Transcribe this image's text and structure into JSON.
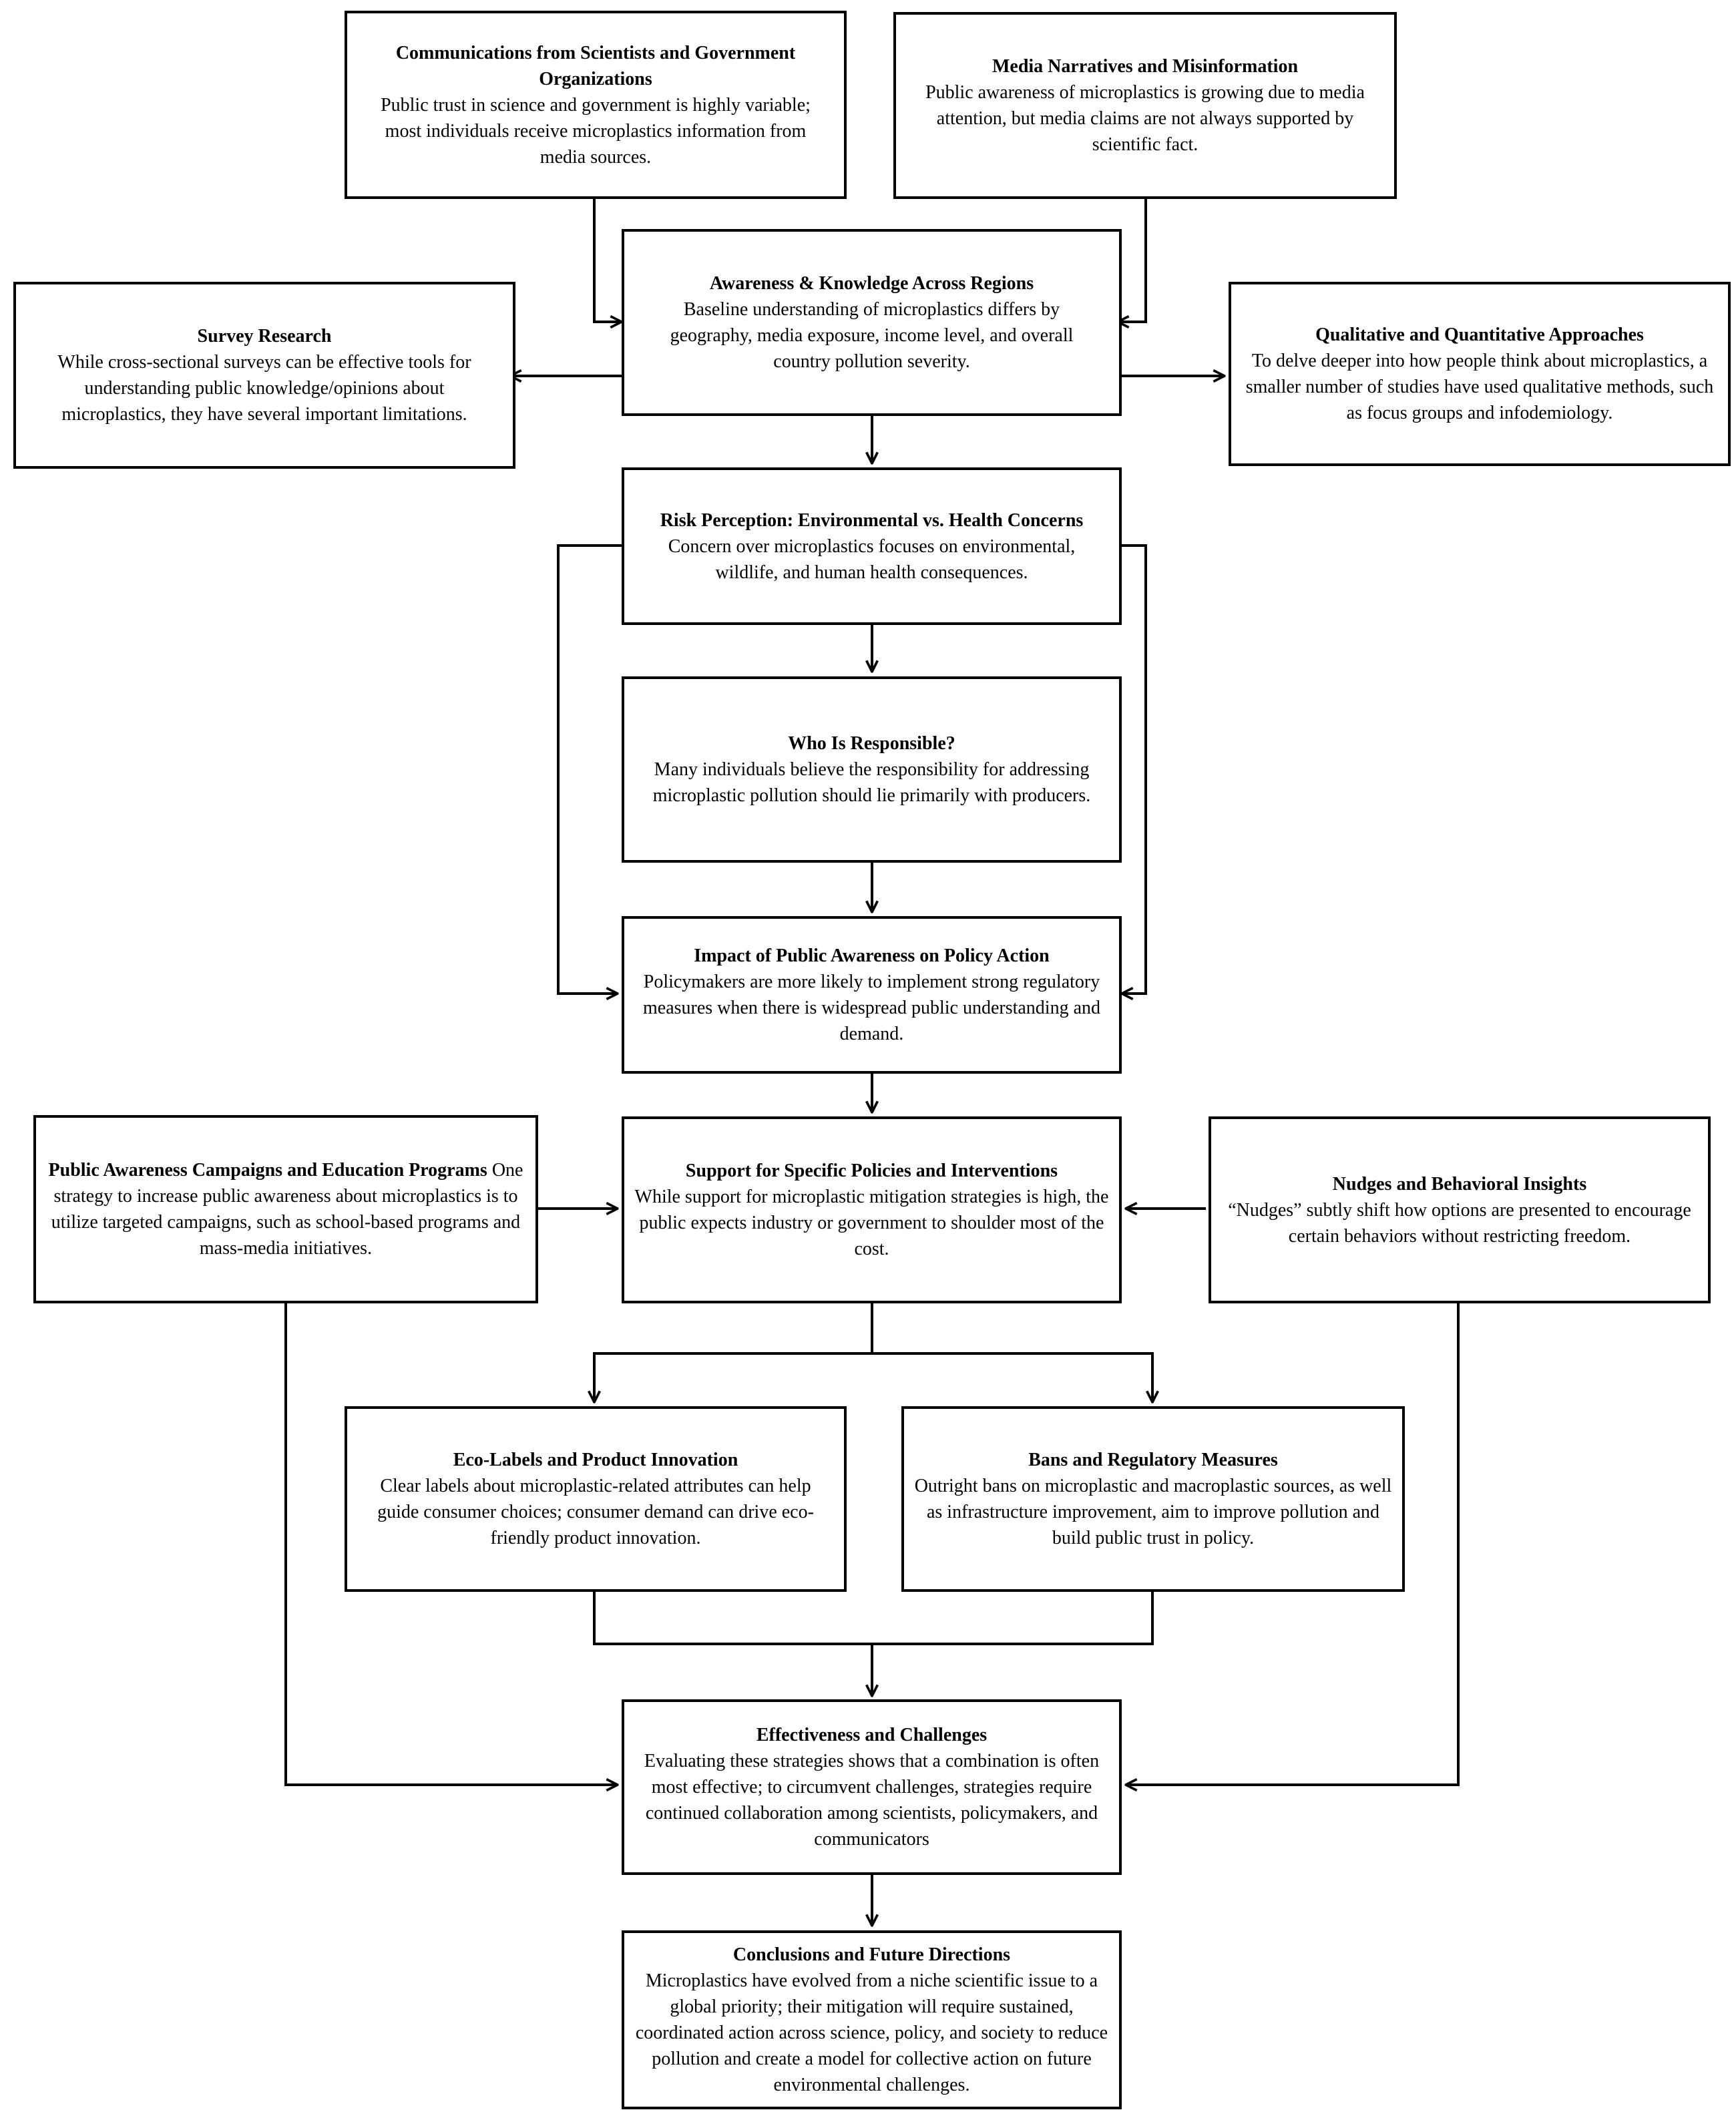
{
  "nodes": {
    "communications": {
      "title": "Communications from Scientists and Government Organizations",
      "text": "Public trust in science and government is highly variable; most individuals receive microplastics information from media sources."
    },
    "media": {
      "title": "Media Narratives and Misinformation",
      "text": "Public awareness of microplastics is growing due to media attention, but media claims are not always supported by scientific fact."
    },
    "awareness": {
      "title": "Awareness & Knowledge Across Regions",
      "text": "Baseline understanding of microplastics differs by geography, media exposure, income level, and overall country pollution severity."
    },
    "survey": {
      "title": "Survey Research",
      "text": "While cross-sectional surveys can be effective tools for understanding public knowledge/opinions about microplastics, they have several important limitations."
    },
    "qualitative": {
      "title": "Qualitative and Quantitative Approaches",
      "text": "To delve deeper into how people think about microplastics, a smaller number of studies have used qualitative methods, such as focus groups and infodemiology."
    },
    "risk": {
      "title": "Risk Perception: Environmental vs. Health Concerns",
      "text": "Concern over microplastics focuses on environmental, wildlife, and human health consequences."
    },
    "responsible": {
      "title": "Who Is Responsible?",
      "text": "Many individuals believe the responsibility for addressing microplastic pollution should lie primarily with producers."
    },
    "impact": {
      "title": "Impact of Public Awareness on Policy Action",
      "text": "Policymakers are more likely to implement strong regulatory measures when there is widespread public understanding and demand."
    },
    "campaigns": {
      "title": "Public Awareness Campaigns and Education Programs",
      "text": "One strategy to increase public awareness about microplastics is to utilize targeted campaigns, such as school-based programs and mass-media initiatives."
    },
    "support": {
      "title": "Support for Specific Policies and Interventions",
      "text": "While support for microplastic mitigation strategies is high, the public expects industry or government to shoulder most of the cost."
    },
    "nudges": {
      "title": "Nudges and Behavioral Insights",
      "text": "“Nudges” subtly shift how options are presented to encourage certain behaviors without restricting freedom."
    },
    "ecolabels": {
      "title": "Eco-Labels and Product Innovation",
      "text": "Clear labels about microplastic-related attributes can help guide consumer choices; consumer demand can drive eco-friendly product innovation."
    },
    "bans": {
      "title": "Bans and Regulatory Measures",
      "text": "Outright bans on microplastic and macroplastic sources, as well as infrastructure improvement, aim to improve pollution and build public trust in policy."
    },
    "effectiveness": {
      "title": "Effectiveness and Challenges",
      "text": "Evaluating these strategies shows that a combination is often most effective; to circumvent challenges, strategies require continued collaboration among scientists, policymakers, and communicators"
    },
    "conclusions": {
      "title": "Conclusions and Future Directions",
      "text": "Microplastics have evolved from a niche scientific issue to a global priority; their mitigation will require sustained, coordinated action across science, policy, and society to reduce pollution and create a model for collective action on future environmental challenges."
    }
  },
  "edges": [
    {
      "from": "communications",
      "to": "awareness"
    },
    {
      "from": "media",
      "to": "awareness"
    },
    {
      "from": "awareness",
      "to": "survey"
    },
    {
      "from": "awareness",
      "to": "qualitative"
    },
    {
      "from": "awareness",
      "to": "risk"
    },
    {
      "from": "risk",
      "to": "responsible"
    },
    {
      "from": "risk",
      "to": "impact"
    },
    {
      "from": "responsible",
      "to": "impact"
    },
    {
      "from": "impact",
      "to": "support"
    },
    {
      "from": "campaigns",
      "to": "support"
    },
    {
      "from": "nudges",
      "to": "support"
    },
    {
      "from": "support",
      "to": "ecolabels"
    },
    {
      "from": "support",
      "to": "bans"
    },
    {
      "from": "ecolabels",
      "to": "effectiveness"
    },
    {
      "from": "bans",
      "to": "effectiveness"
    },
    {
      "from": "campaigns",
      "to": "effectiveness"
    },
    {
      "from": "nudges",
      "to": "effectiveness"
    },
    {
      "from": "effectiveness",
      "to": "conclusions"
    }
  ]
}
